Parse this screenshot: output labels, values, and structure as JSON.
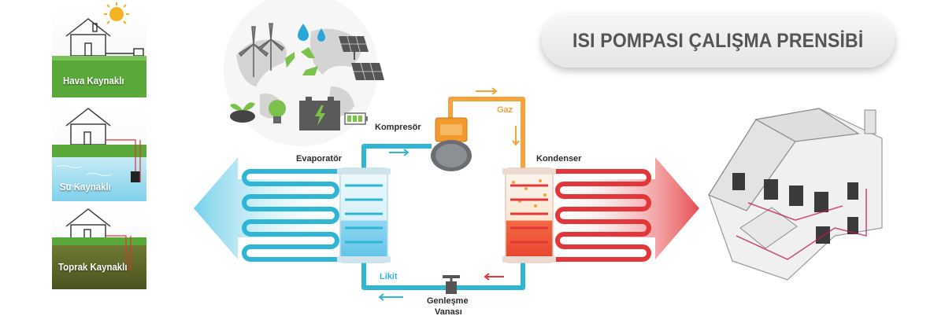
{
  "title": "ISI POMPASI ÇALIŞMA PRENSİBİ",
  "sources": [
    {
      "label": "Hava Kaynaklı",
      "icon": "sun-icon"
    },
    {
      "label": "Su Kaynaklı",
      "icon": "water-icon"
    },
    {
      "label": "Toprak Kaynaklı",
      "icon": "ground-icon"
    }
  ],
  "components": {
    "evaporator": "Evaporatör",
    "compressor": "Kompresör",
    "condenser": "Kondenser",
    "expansion_valve": [
      "Genleşme",
      "Vanası"
    ]
  },
  "flow_labels": {
    "gas": "Gaz",
    "liquid": "Likit"
  },
  "colors": {
    "cold": "#2fb6d6",
    "hot": "#e2363a",
    "gas_pipe": "#f5a23a",
    "grass": "#5aa83a",
    "title_text": "#555555"
  }
}
